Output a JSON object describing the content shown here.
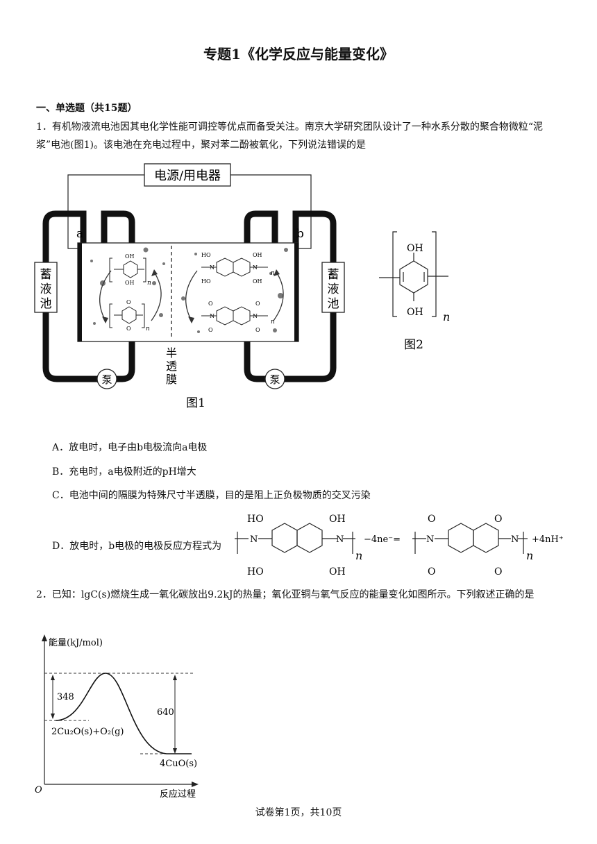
{
  "title": "专题1《化学反应与能量变化》",
  "section": "一、单选题（共15题）",
  "q1": {
    "text": "1．有机物液流电池因其电化学性能可调控等优点而备受关注。南京大学研究团队设计了一种水系分散的聚合物微粒“泥浆”电池(图1)。该电池在充电过程中，聚对苯二酚被氧化，下列说法错误的是",
    "figure": {
      "power_label": "电源/用电器",
      "electrode_a": "a",
      "electrode_b": "b",
      "tank_left": [
        "蓄",
        "液",
        "池"
      ],
      "tank_right": [
        "蓄",
        "液",
        "池"
      ],
      "pump_left": "泵",
      "pump_right": "泵",
      "membrane": [
        "半",
        "透",
        "膜"
      ],
      "fig1_caption": "图1",
      "fig2_caption": "图2",
      "oh": "OH",
      "ho": "HO",
      "o": "O",
      "n_label": "N",
      "sub_n": "n"
    },
    "options": {
      "A": "A．放电时，电子由b电极流向a电极",
      "B": "B．充电时，a电极附近的pH增大",
      "C": "C．电池中间的隔膜为特殊尺寸半透膜，目的是阻上正负极物质的交叉污染",
      "D_prefix": "D．放电时，b电极的电极反应方程式为",
      "D_mid": "−4ne⁻=",
      "D_suffix": "+4nH⁺"
    }
  },
  "q2": {
    "text": "2．已知：lgC(s)燃烧生成一氧化碳放出9.2kJ的热量；氧化亚铜与氧气反应的能量变化如图所示。下列叙述正确的是",
    "chart": {
      "ylabel": "能量(kJ/mol)",
      "xlabel": "反应过程",
      "origin": "O",
      "barrier": "348",
      "delta": "640",
      "reactants": "2Cu₂O(s)+O₂(g)",
      "products": "4CuO(s)"
    }
  },
  "footer": "试卷第1页，共10页"
}
